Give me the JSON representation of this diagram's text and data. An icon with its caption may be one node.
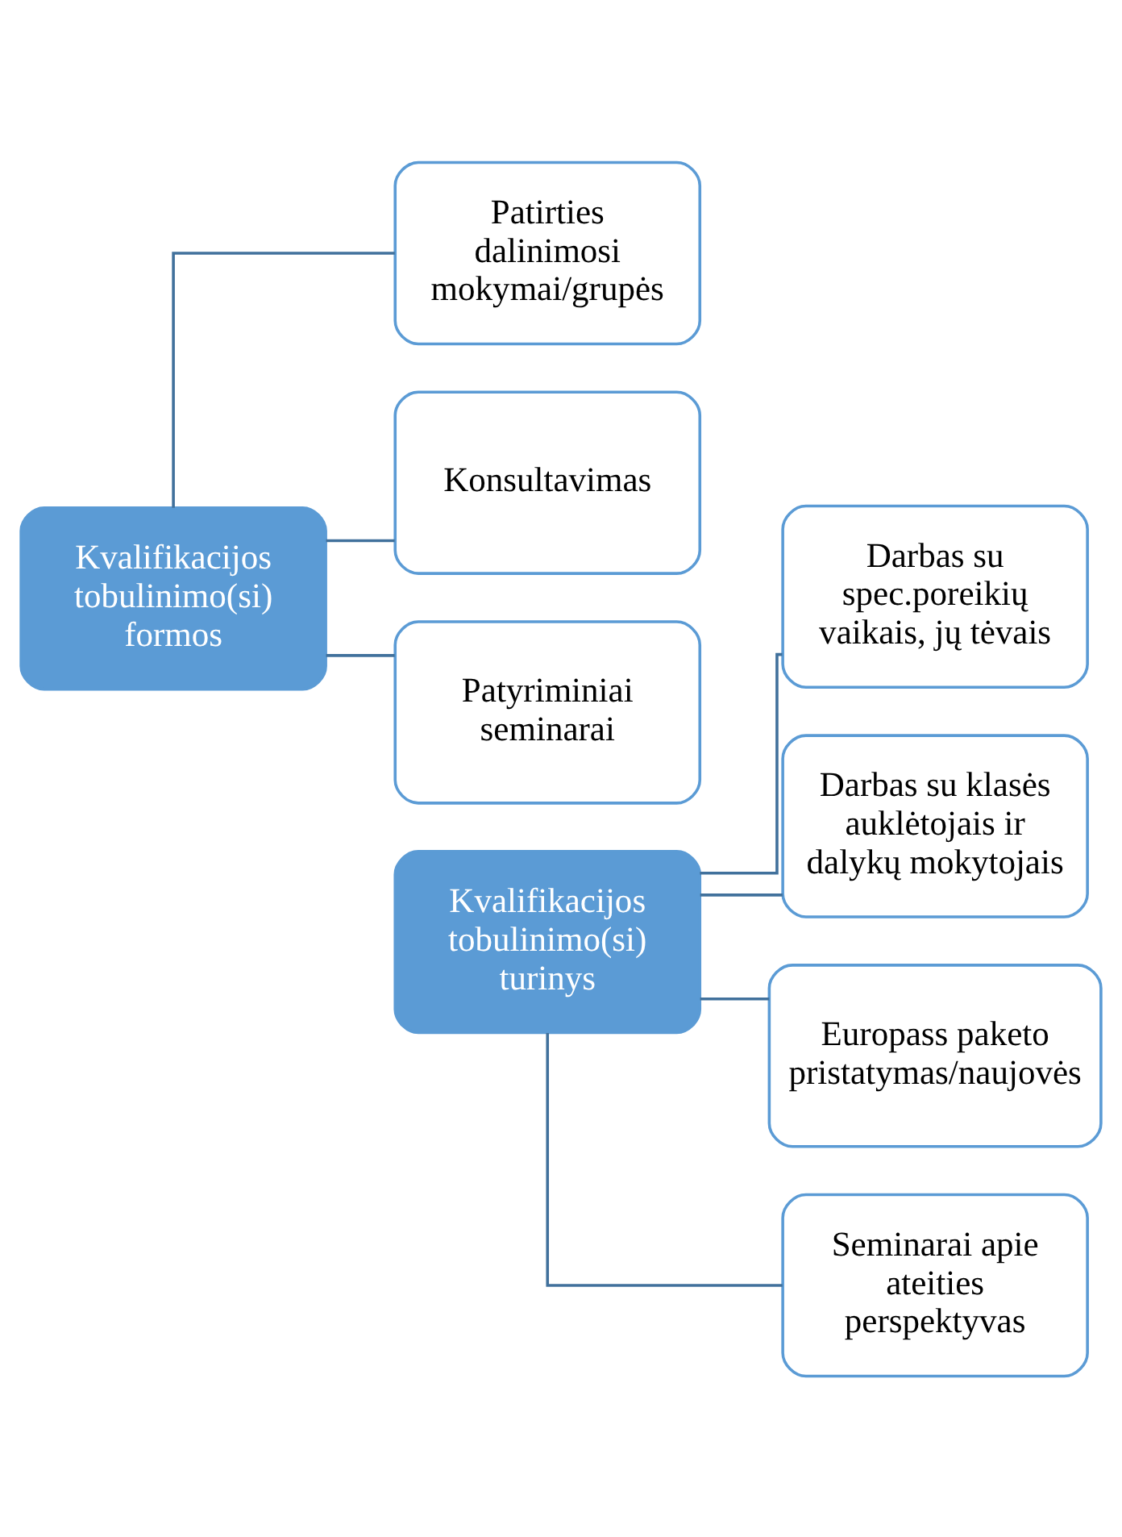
{
  "diagram": {
    "nodes": [
      {
        "text": [
          "Kvalifikacijos tobulinimo(si) formos"
        ]
      },
      {
        "text": [
          "Patirties dalinimosi mokymai/grupės"
        ]
      },
      {
        "text": [
          "Konsultavimas"
        ]
      },
      {
        "text": [
          "Patyriminiai seminarai"
        ]
      },
      {
        "text": [
          "Kvalifikacijos tobulinimo(si) turinys"
        ]
      },
      {
        "text": [
          "Darbas su spec.poreikių vaikais, jų tėvais"
        ]
      },
      {
        "text": [
          "Darbas su klasės auklėtojais ir dalykų mokytojais"
        ]
      },
      {
        "text": [
          "Europass paketo pristatymas/naujovės"
        ]
      },
      {
        "text": [
          "Seminarai apie ateities perspektyvas"
        ]
      }
    ],
    "edges": [
      {
        "from": 0,
        "to": 1,
        "arrow": "none"
      },
      {
        "from": 0,
        "to": 2,
        "arrow": "none"
      },
      {
        "from": 0,
        "to": 3,
        "arrow": "none"
      },
      {
        "from": 4,
        "to": 5,
        "arrow": "none"
      },
      {
        "from": 4,
        "to": 6,
        "arrow": "none"
      },
      {
        "from": 4,
        "to": 7,
        "arrow": "none"
      },
      {
        "from": 4,
        "to": 8,
        "arrow": "none"
      }
    ]
  }
}
